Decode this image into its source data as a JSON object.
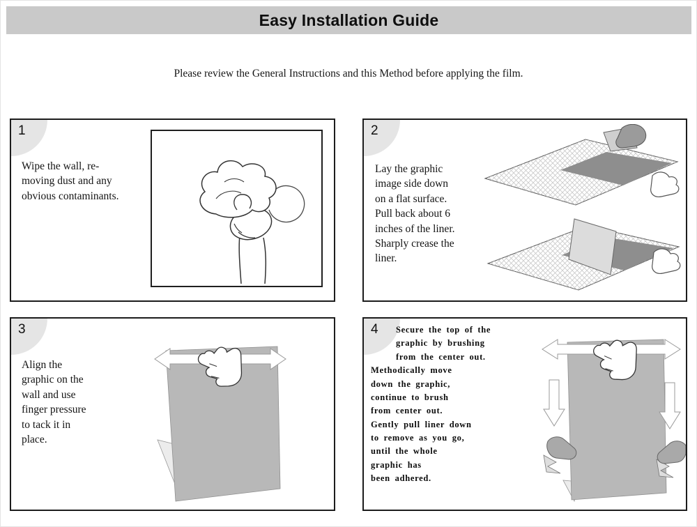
{
  "header": {
    "title": "Easy Installation Guide"
  },
  "intro": {
    "text": "Please review the General Instructions and this Method before applying the film."
  },
  "steps": [
    {
      "number": "1",
      "text": "Wipe the wall, re-\nmoving dust and any\nobvious contaminants."
    },
    {
      "number": "2",
      "text": "Lay the graphic\nimage side down\non a flat surface.\nPull back about 6\ninches of the liner.\nSharply crease the\nliner."
    },
    {
      "number": "3",
      "text": "Align the\ngraphic on the\nwall and use\nfinger pressure\nto tack it in\nplace."
    },
    {
      "number": "4",
      "text": "Secure the top of the\ngraphic by brushing\nfrom the center out.\nMethodically move\ndown the graphic,\ncontinue to brush\nfrom center out.\nGently pull liner down\nto remove as you go,\nuntil the whole\ngraphic has\nbeen adhered."
    }
  ],
  "illustrations": {
    "step1": "hand-with-cloth-wiping-wall",
    "step2": "graphic-face-down-peeling-liner",
    "step3": "graphic-tacked-to-wall-with-hand",
    "step4": "brushing-graphic-and-removing-liner"
  },
  "colors": {
    "header_bar": "#c9c9c9",
    "panel_border": "#1c1c1c",
    "corner_circle": "#e5e5e5",
    "sheet_gray": "#b8b8b8",
    "dark_patch": "#8e8e8e"
  }
}
